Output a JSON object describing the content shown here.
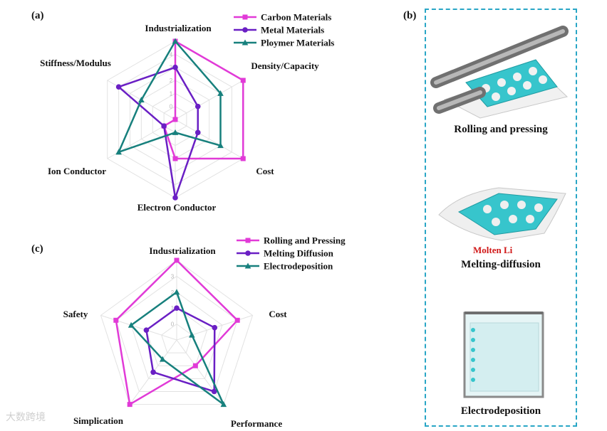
{
  "chart_data": [
    {
      "panel": "(a)",
      "type": "radar",
      "axes": [
        "Industrialization",
        "Density/Capacity",
        "Cost",
        "Electron Conductor",
        "Ion Conductor",
        "Stiffness/Modulus"
      ],
      "tick_labels": [
        "0",
        "1",
        "2",
        "3",
        "4"
      ],
      "range": [
        -1,
        5
      ],
      "series": [
        {
          "name": "Carbon Materials",
          "color": "#e13ad7",
          "marker": "square",
          "values": [
            5,
            5,
            5,
            2,
            0,
            -1
          ]
        },
        {
          "name": "Metal Materials",
          "color": "#6a1fc4",
          "marker": "circle",
          "values": [
            3,
            1,
            1,
            5,
            0,
            4
          ]
        },
        {
          "name": "Ploymer Materials",
          "color": "#17807d",
          "marker": "triangle",
          "values": [
            5,
            3,
            3,
            0,
            4,
            2
          ]
        }
      ],
      "legend_position": "top-right"
    },
    {
      "panel": "(c)",
      "type": "radar",
      "axes": [
        "Industrialization",
        "Cost",
        "Performance",
        "Simplication",
        "Safety"
      ],
      "tick_labels": [
        "0",
        "1",
        "2",
        "3"
      ],
      "range": [
        -1,
        4
      ],
      "series": [
        {
          "name": "Rolling and Pressing",
          "color": "#e13ad7",
          "marker": "square",
          "values": [
            4,
            3,
            1,
            4,
            3
          ]
        },
        {
          "name": "Melting Diffusion",
          "color": "#6a1fc4",
          "marker": "circle",
          "values": [
            1,
            1.5,
            3,
            1.5,
            1
          ]
        },
        {
          "name": "Electrodeposition",
          "color": "#17807d",
          "marker": "triangle",
          "values": [
            2,
            0,
            4,
            0.5,
            2
          ]
        }
      ],
      "legend_position": "top-right"
    }
  ],
  "panel_b": {
    "label": "(b)",
    "captions": [
      "Rolling and pressing",
      "Melting-diffusion",
      "Electrodeposition"
    ],
    "molten_label": "Molten Li",
    "accent": "#29a6c6"
  },
  "watermark": "大数跨境"
}
